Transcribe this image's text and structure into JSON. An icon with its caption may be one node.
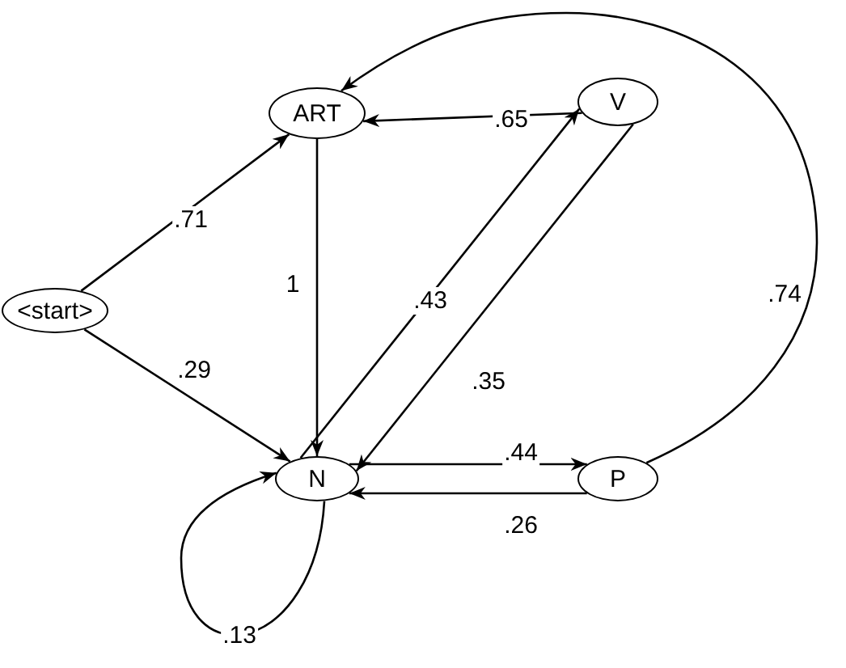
{
  "diagram": {
    "nodes": [
      {
        "text": [
          "ART"
        ]
      },
      {
        "text": [
          "V"
        ]
      },
      {
        "text": [
          "<start>"
        ]
      },
      {
        "text": [
          "N"
        ]
      },
      {
        "text": [
          "P"
        ]
      }
    ],
    "edges": [
      {
        "from": 2,
        "to": 0,
        "arrow": "to",
        "label": ".71"
      },
      {
        "from": 2,
        "to": 3,
        "arrow": "to",
        "label": ".29"
      },
      {
        "from": 0,
        "to": 3,
        "arrow": "to",
        "label": "1"
      },
      {
        "from": 1,
        "to": 0,
        "arrow": "to",
        "label": ".65"
      },
      {
        "from": 3,
        "to": 1,
        "arrow": "to",
        "label": ".43"
      },
      {
        "from": 1,
        "to": 3,
        "arrow": "to",
        "label": ".35"
      },
      {
        "from": 3,
        "to": 4,
        "arrow": "to",
        "label": ".44"
      },
      {
        "from": 4,
        "to": 3,
        "arrow": "to",
        "label": ".26"
      },
      {
        "from": 4,
        "to": 0,
        "arrow": "to",
        "label": ".74"
      },
      {
        "from": 3,
        "to": 3,
        "arrow": "to",
        "label": ".13"
      }
    ]
  }
}
